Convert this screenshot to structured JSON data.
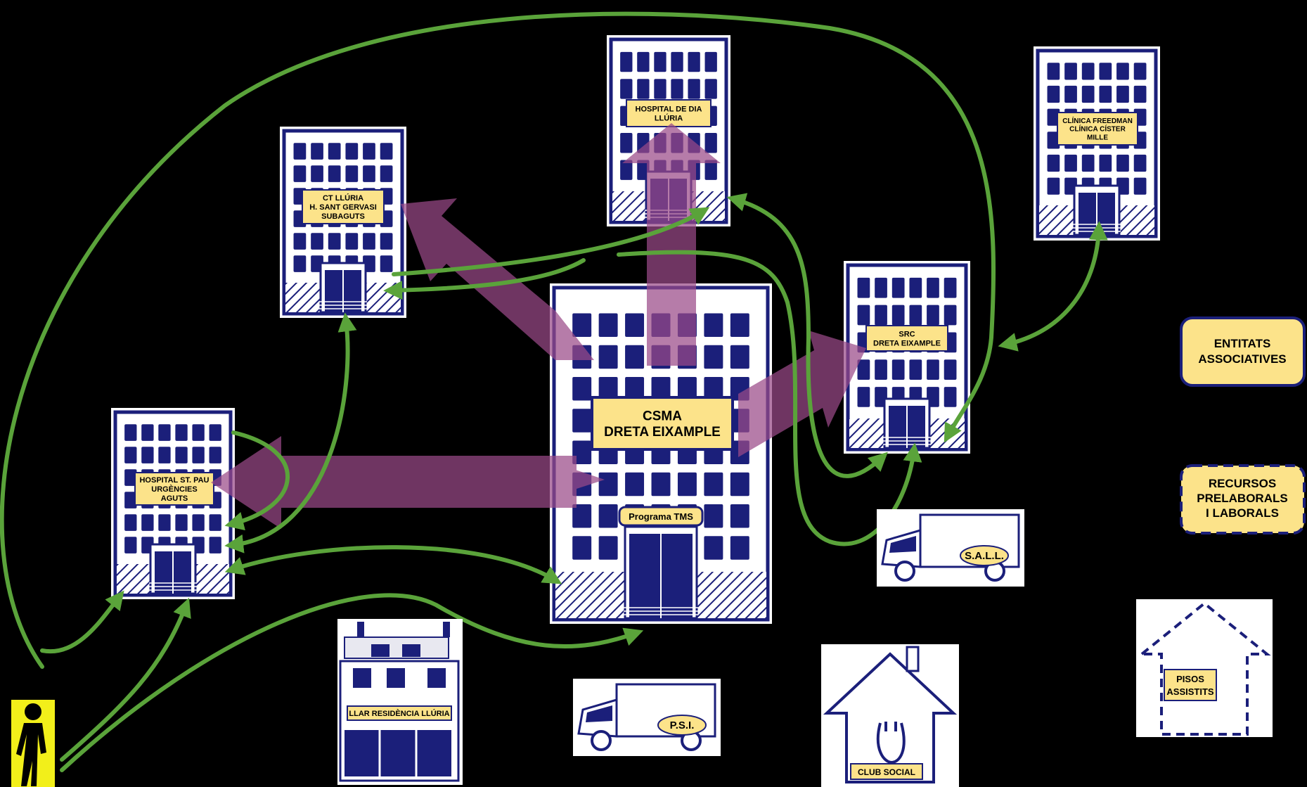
{
  "buildings": {
    "csma": {
      "lines": [
        "CSMA",
        "DRETA EIXAMPLE"
      ],
      "door_label": "Programa TMS"
    },
    "hospital_dia": {
      "lines": [
        "HOSPITAL DE DIA",
        "LLÚRIA"
      ]
    },
    "ct_lluria": {
      "lines": [
        "CT LLÚRIA",
        "H. SANT GERVASI",
        "SUBAGUTS"
      ]
    },
    "hospital_pau": {
      "lines": [
        "HOSPITAL ST. PAU",
        "URGÈNCIES",
        "AGUTS"
      ]
    },
    "clinica": {
      "lines": [
        "CLÍNICA FREEDMAN",
        "CLÍNICA CÍSTER",
        "MILLE"
      ]
    },
    "src": {
      "lines": [
        "SRC",
        "DRETA EIXAMPLE"
      ]
    }
  },
  "resources": {
    "residencia": "LLAR RESIDÈNCIA LLÚRIA",
    "psi": "P.S.I.",
    "sall": "S.A.L.L.",
    "club_social": "CLUB SOCIAL",
    "pisos": [
      "PISOS",
      "ASSISTITS"
    ],
    "entitats": [
      "ENTITATS",
      "ASSOCIATIVES"
    ],
    "recursos": [
      "RECURSOS",
      "PRELABORALS",
      "I LABORALS"
    ]
  },
  "colors": {
    "navy": "#1b1f7a",
    "label_yellow": "#fce38a",
    "green_arrow": "#5aa33a",
    "purple_arrow": "#9a4a88",
    "patient_yellow": "#f2ef1a"
  }
}
